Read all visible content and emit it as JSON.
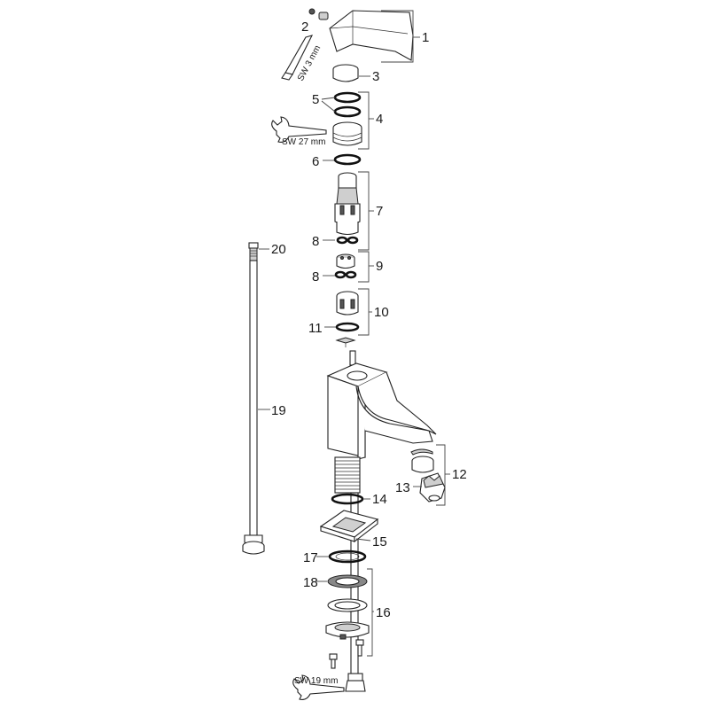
{
  "diagram": {
    "callouts": {
      "c1": "1",
      "c2": "2",
      "c3": "3",
      "c4": "4",
      "c5": "5",
      "c6": "6",
      "c7": "7",
      "c8a": "8",
      "c8b": "8",
      "c9": "9",
      "c10": "10",
      "c11": "11",
      "c12": "12",
      "c13": "13",
      "c14": "14",
      "c15": "15",
      "c16": "16",
      "c17": "17",
      "c18": "18",
      "c19": "19",
      "c20": "20"
    },
    "tools": {
      "hex_key": "SW 3 mm",
      "wrench_27": "SW 27 mm",
      "wrench_19": "SW 19 mm"
    }
  }
}
